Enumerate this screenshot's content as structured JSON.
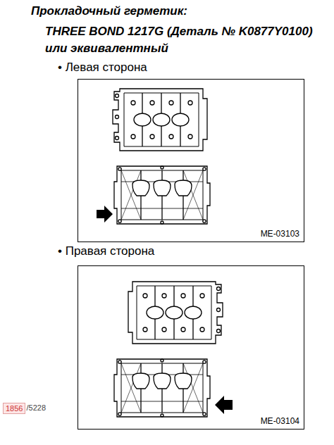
{
  "diagram": {
    "title": "Прокладочный герметик:",
    "nodes": [
      {
        "text": [
          "ME-03103"
        ]
      },
      {
        "text": [
          "ME-03104"
        ]
      }
    ],
    "labels": [
      "THREE BOND 1217G (Деталь № K0877Y0100) или эквивалентный",
      "• Левая сторона",
      "• Правая сторона",
      "1856",
      "/5228"
    ]
  }
}
